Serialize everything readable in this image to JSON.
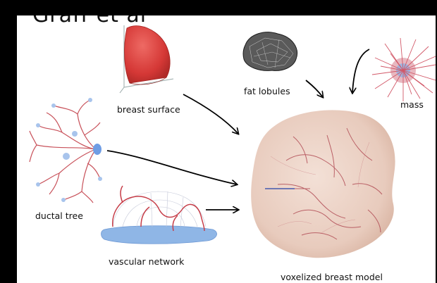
{
  "header": {
    "title_fragment": "Graff et al"
  },
  "components": [
    {
      "id": "breast_surface",
      "label": "breast surface"
    },
    {
      "id": "fat_lobules",
      "label": "fat lobules"
    },
    {
      "id": "mass",
      "label": "mass"
    },
    {
      "id": "ductal_tree",
      "label": "ductal tree"
    },
    {
      "id": "vascular_network",
      "label": "vascular network"
    }
  ],
  "output": {
    "label": "voxelized breast model"
  },
  "colors": {
    "surface_red": "#d83a3a",
    "vessel_red": "#c24a4a",
    "duct_blue": "#8fb6e6",
    "model_fill": "#ecd2c4",
    "arrow": "#000000"
  }
}
